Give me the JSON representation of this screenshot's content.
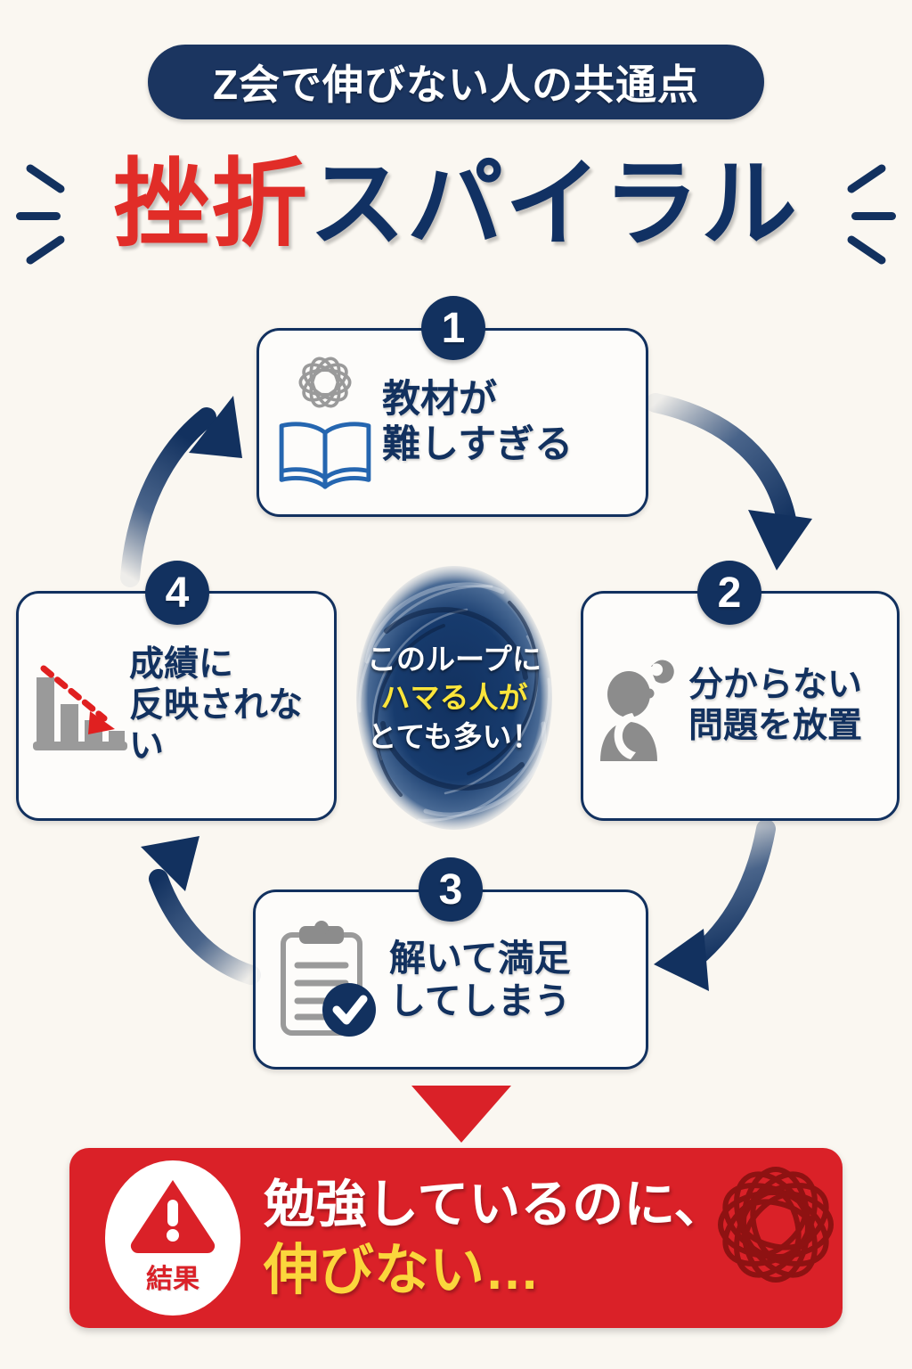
{
  "header": {
    "badge_label": "Z会で伸びない人の共通点",
    "title_red": "挫折",
    "title_navy": "スパイラル"
  },
  "cycle": {
    "steps": [
      {
        "number": "1",
        "line1": "教材が",
        "line2": "難しすぎる",
        "icons": [
          "tangle-knot-icon",
          "open-book-icon"
        ]
      },
      {
        "number": "2",
        "line1": "分からない",
        "line2": "問題を放置",
        "icons": [
          "thinking-person-icon",
          "question-mark-icon"
        ]
      },
      {
        "number": "3",
        "line1": "解いて満足",
        "line2": "してしまう",
        "icons": [
          "clipboard-icon",
          "check-circle-icon"
        ]
      },
      {
        "number": "4",
        "line1": "成績に",
        "line2": "反映されない",
        "icons": [
          "declining-bar-chart-icon",
          "red-down-arrow-icon"
        ]
      }
    ]
  },
  "center": {
    "line1": "このループに",
    "line2": "ハマる人が",
    "line3": "とても多い！"
  },
  "result": {
    "badge_label": "結果",
    "line1": "勉強しているのに、",
    "line2": "伸びない…"
  },
  "colors": {
    "background": "#faf7f1",
    "navy": "#12315f",
    "red": "#da2128",
    "title_red": "#e12d28",
    "yellow": "#fbe53b",
    "gray_icon": "#9a9a9a",
    "card_bg": "#fdfcfa"
  }
}
